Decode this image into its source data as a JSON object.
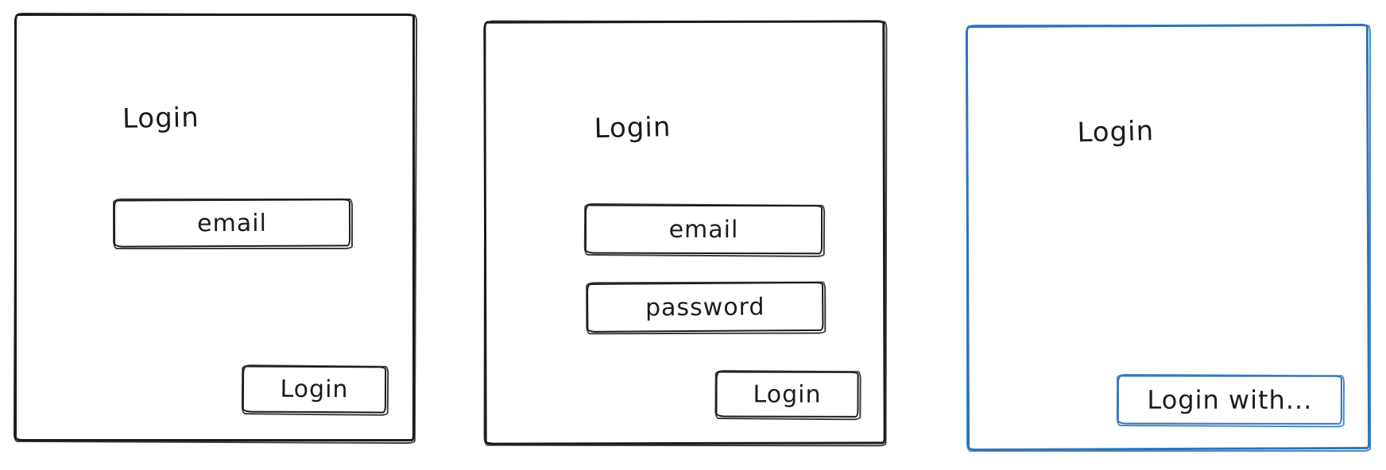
{
  "colors": {
    "ink": "#1b1b1b",
    "accent": "#2e74b8"
  },
  "panels": [
    {
      "name": "login-email-only",
      "title": "Login",
      "fields": [
        {
          "label": "email"
        }
      ],
      "button_label": "Login"
    },
    {
      "name": "login-email-password",
      "title": "Login",
      "fields": [
        {
          "label": "email"
        },
        {
          "label": "password"
        }
      ],
      "button_label": "Login"
    },
    {
      "name": "login-with-provider",
      "title": "Login",
      "fields": [],
      "button_label": "Login with..."
    }
  ]
}
